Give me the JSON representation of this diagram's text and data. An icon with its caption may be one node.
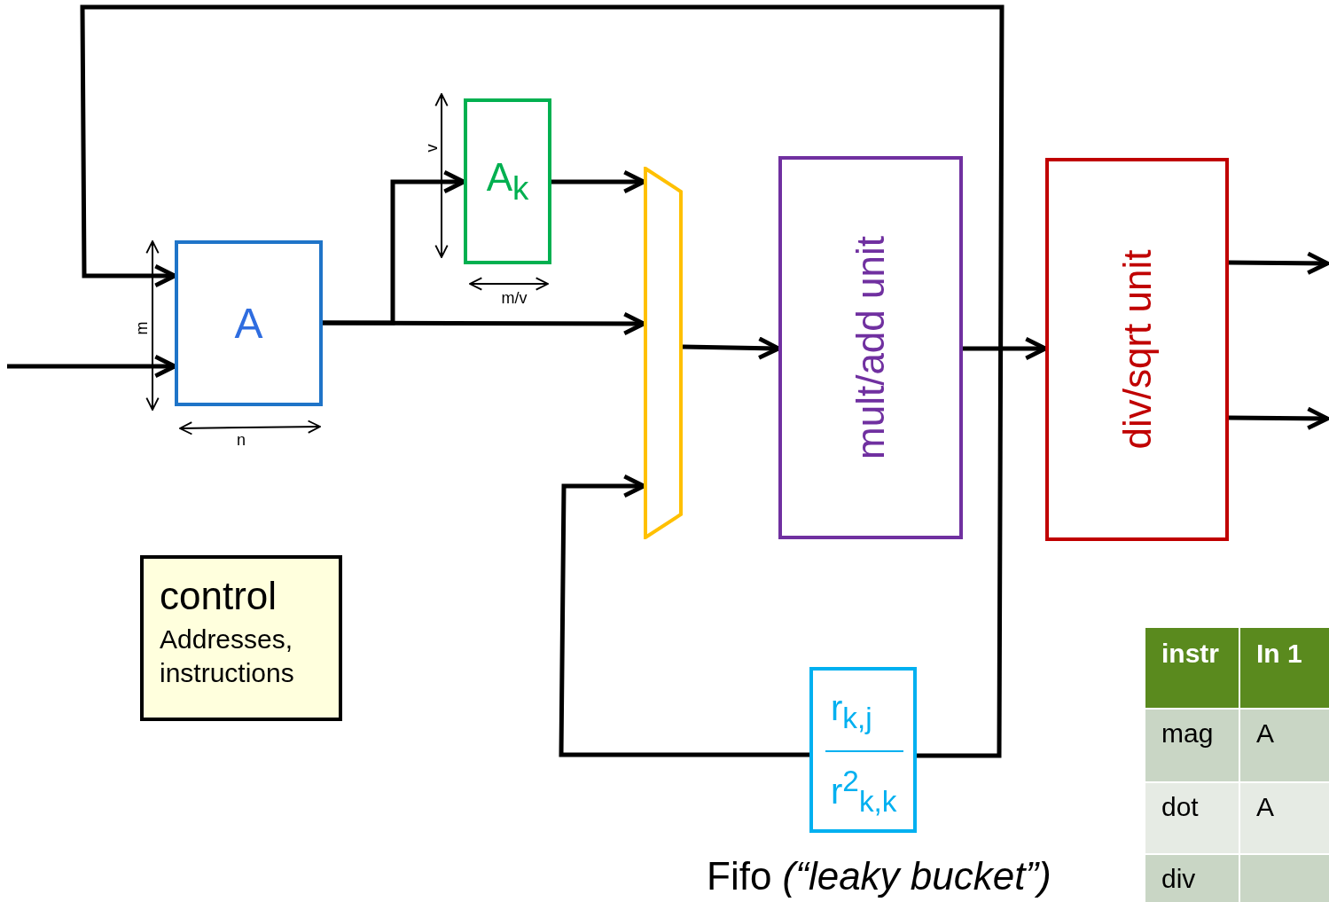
{
  "diagram": {
    "nodes": [
      {
        "text": [
          "A"
        ]
      },
      {
        "text": [
          "A$_{k}$"
        ]
      },
      {
        "text": [],
        "shape": "trapezoid"
      },
      {
        "text": [
          "mult/add unit"
        ]
      },
      {
        "text": [
          "div/sqrt unit"
        ]
      },
      {
        "text": [
          "control",
          "Addresses, instructions"
        ]
      },
      {
        "text": [
          "r$_{k,j}$",
          "r$^{2}$$_{k,k}$"
        ],
        "beside": [
          "Fifo *(“leaky bucket”)*"
        ]
      }
    ],
    "edges": [
      {
        "from": null,
        "to": 0,
        "arrow": "to"
      },
      {
        "from": 6,
        "to": 0,
        "arrow": "to"
      },
      {
        "from": 0,
        "to": 1,
        "arrow": "to"
      },
      {
        "from": 0,
        "to": 2,
        "arrow": "to"
      },
      {
        "from": 1,
        "to": 2,
        "arrow": "to"
      },
      {
        "from": 6,
        "to": 2,
        "arrow": "to"
      },
      {
        "from": 2,
        "to": 3,
        "arrow": "to"
      },
      {
        "from": 3,
        "to": 4,
        "arrow": "to"
      },
      {
        "from": 4,
        "to": null,
        "arrow": "to"
      },
      {
        "from": 4,
        "to": null,
        "arrow": "to"
      }
    ],
    "labels": [
      "v",
      "m/v",
      "m",
      "n",
      "instr",
      "In 1",
      "mag",
      "A",
      "dot",
      "A",
      "div"
    ]
  }
}
